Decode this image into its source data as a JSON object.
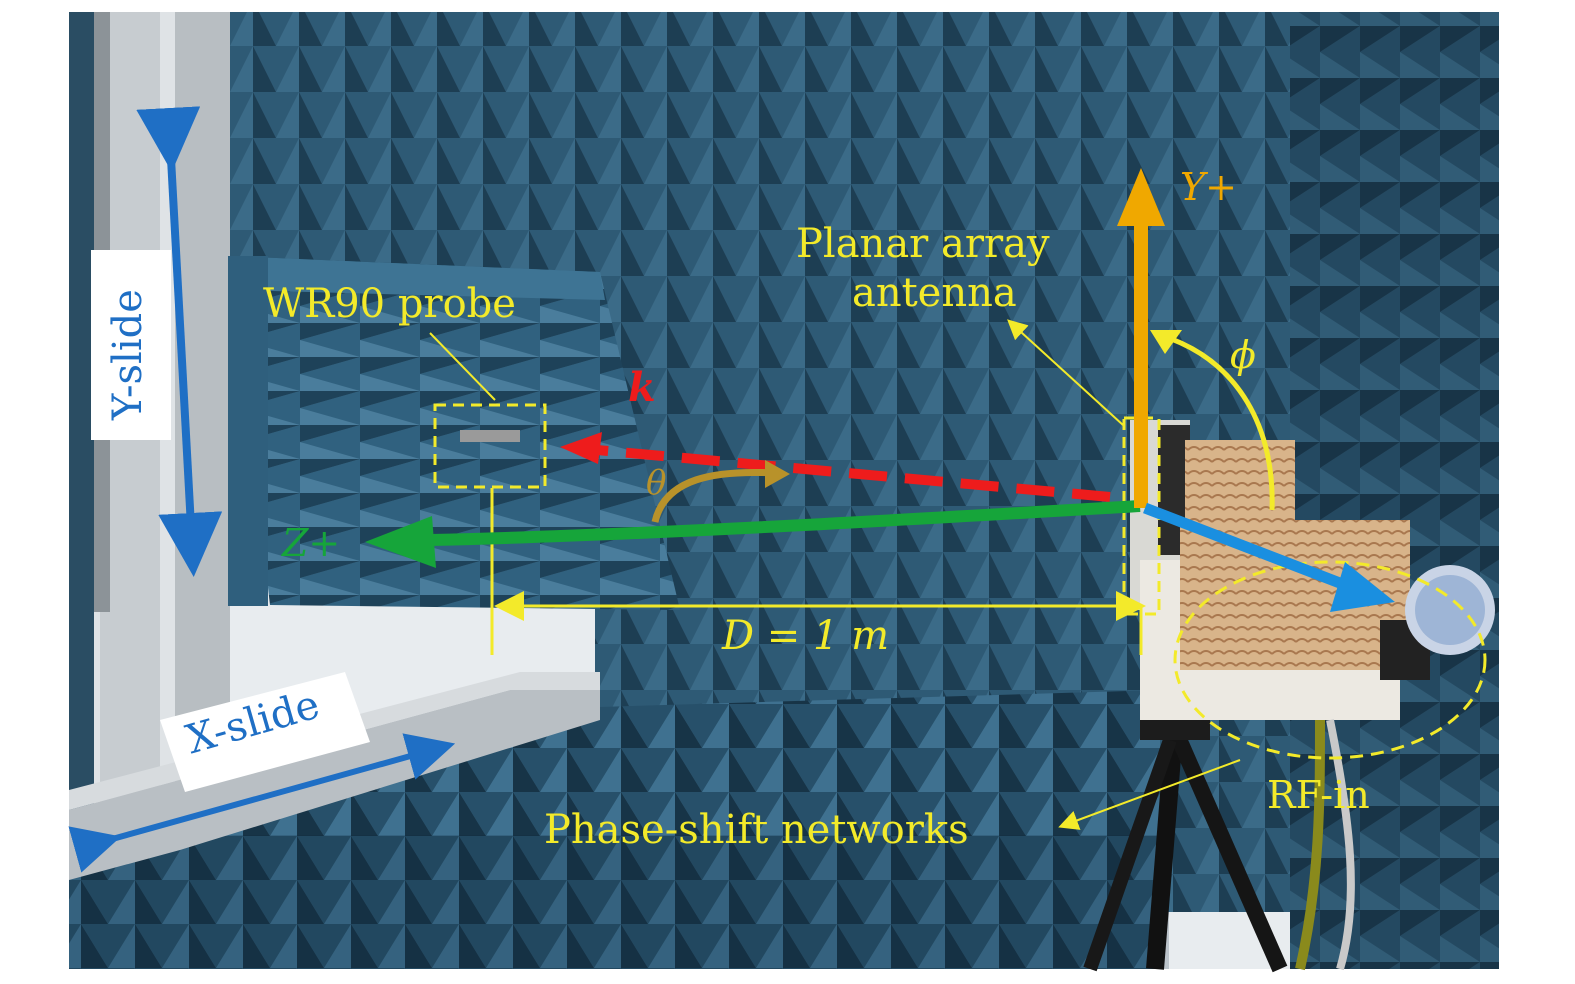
{
  "labels": {
    "y_slide": "Y-slide",
    "x_slide": "X-slide",
    "probe": "WR90 probe",
    "antenna_line1": "Planar array",
    "antenna_line2": "antenna",
    "k_vector": "k",
    "theta": "θ",
    "phi": "ϕ",
    "z_axis": "Z+",
    "y_axis": "Y+",
    "distance": "D = 1 m",
    "rf_in": "RF-in",
    "networks": "Phase-shift networks"
  },
  "colors": {
    "absorber": "#2d5670",
    "absorber_dark": "#173447",
    "annotation_yellow": "#f3ea2a",
    "z_axis_green": "#16a53a",
    "y_axis_orange": "#f0a800",
    "x_axis_blue": "#1a8fe0",
    "k_vector_red": "#ee1c1c",
    "theta_arc": "#b8922a",
    "slide_arrow_blue": "#1f6fc5"
  }
}
